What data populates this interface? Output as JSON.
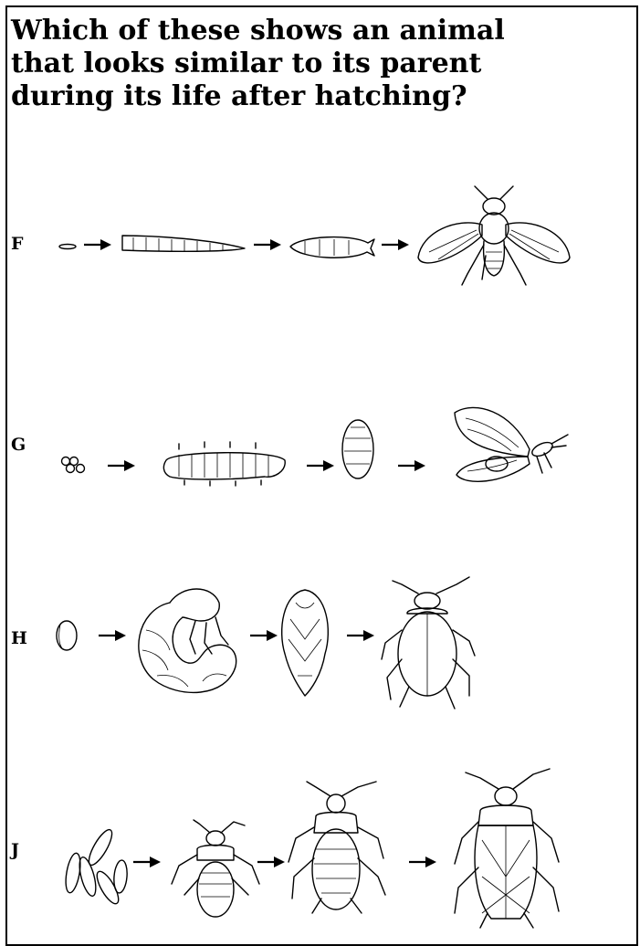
{
  "question": "Which of these shows an animal that looks similar to its parent during its life after hatching?",
  "options": [
    {
      "label": "F",
      "stages": [
        "egg",
        "larva",
        "pupa",
        "adult-fly"
      ]
    },
    {
      "label": "G",
      "stages": [
        "eggs",
        "caterpillar",
        "chrysalis",
        "adult-moth"
      ]
    },
    {
      "label": "H",
      "stages": [
        "egg",
        "grub",
        "pupa",
        "adult-beetle"
      ]
    },
    {
      "label": "J",
      "stages": [
        "eggs",
        "nymph-small",
        "nymph-large",
        "adult-bug"
      ]
    }
  ]
}
